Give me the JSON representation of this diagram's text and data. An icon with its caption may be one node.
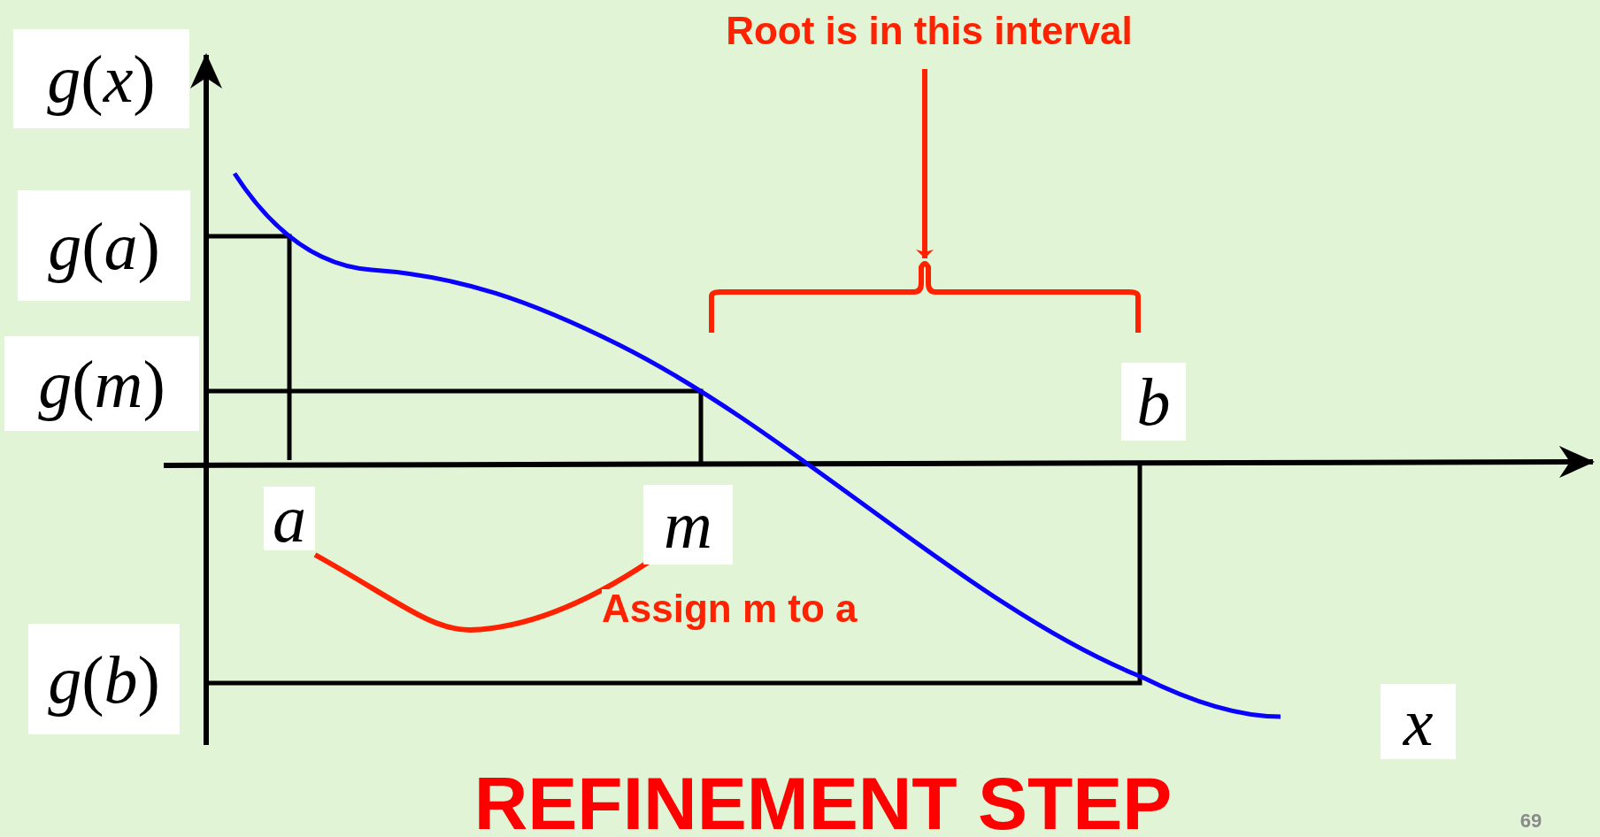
{
  "diagram": {
    "title": "REFINEMENT STEP",
    "nodes": [
      {
        "text": [
          "Root is in this interval"
        ]
      },
      {
        "text": [],
        "shape": "bracket"
      },
      {
        "text": [
          "*a*"
        ]
      },
      {
        "text": [
          "*m*"
        ]
      }
    ],
    "edges": [
      {
        "from": 0,
        "to": 1,
        "arrow": "to"
      },
      {
        "from": 2,
        "to": 3,
        "arrow": "none",
        "label": "Assign m to a"
      }
    ],
    "labels": [
      "*g*(*x*)",
      "*g*(*a*)",
      "*g*(*m*)",
      "*b*",
      "*g*(*b*)",
      "*x*",
      "69"
    ]
  }
}
